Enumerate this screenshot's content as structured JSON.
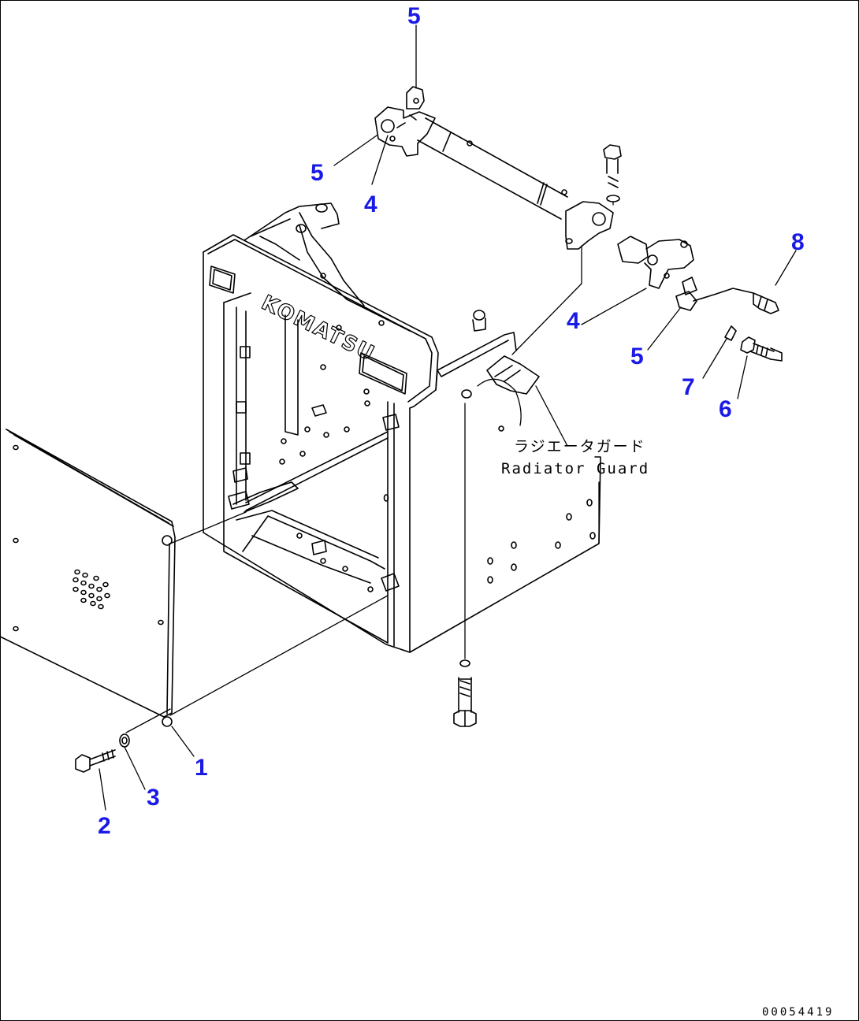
{
  "diagram": {
    "radiator_guard_label_ja": "ラジエータガード",
    "radiator_guard_label_en": "Radiator Guard",
    "brand_text": "KOMATSU",
    "document_number": "00054419",
    "callout_color": "#1a1ae6",
    "callouts": {
      "c1": "1",
      "c2": "2",
      "c3": "3",
      "c4a": "4",
      "c4b": "4",
      "c5a": "5",
      "c5b": "5",
      "c5c": "5",
      "c6": "6",
      "c7": "7",
      "c8": "8"
    }
  }
}
